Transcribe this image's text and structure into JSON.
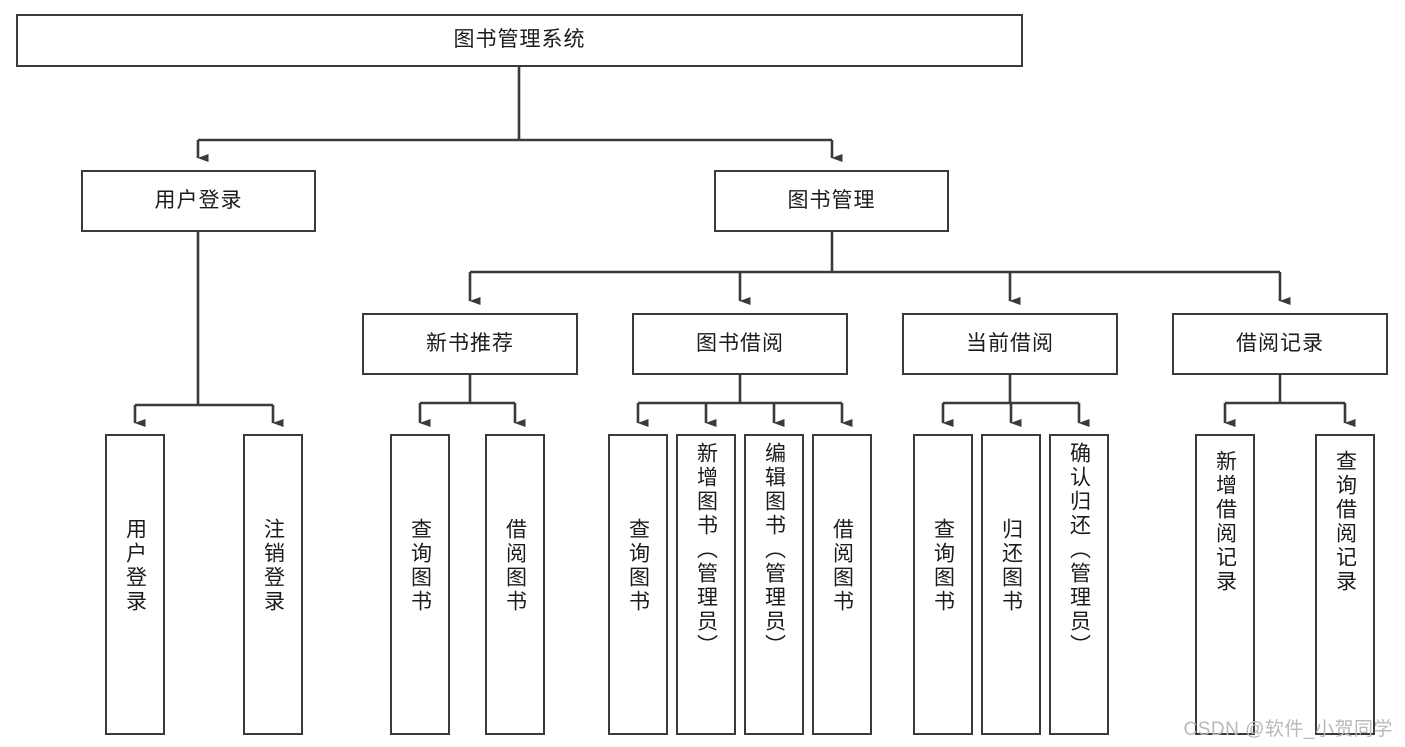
{
  "diagram": {
    "title": "图书管理系统",
    "type": "tree-hierarchy-diagram",
    "style": {
      "border_color": "#3a3a3a",
      "fill_color": "#ffffff",
      "text_color": "#1c1c1c",
      "background": "#ffffff",
      "watermark_color": "#b9b9b9"
    },
    "root": {
      "label": "图书管理系统"
    },
    "level2": [
      {
        "label": "用户登录"
      },
      {
        "label": "图书管理"
      }
    ],
    "level3": [
      {
        "label": "新书推荐"
      },
      {
        "label": "图书借阅"
      },
      {
        "label": "当前借阅"
      },
      {
        "label": "借阅记录"
      }
    ],
    "leaves": {
      "user_login": [
        {
          "label": "用户登录"
        },
        {
          "label": "注销登录"
        }
      ],
      "new_book_recommend": [
        {
          "label": "查询图书"
        },
        {
          "label": "借阅图书"
        }
      ],
      "book_borrow": [
        {
          "label": "查询图书"
        },
        {
          "label": "新增图书（管理员）"
        },
        {
          "label": "编辑图书（管理员）"
        },
        {
          "label": "借阅图书"
        }
      ],
      "current_borrow": [
        {
          "label": "查询图书"
        },
        {
          "label": "归还图书"
        },
        {
          "label": "确认归还（管理员）"
        }
      ],
      "borrow_record": [
        {
          "label": "新增借阅记录"
        },
        {
          "label": "查询借阅记录"
        }
      ]
    },
    "watermark": "CSDN @软件_小贺同学"
  }
}
